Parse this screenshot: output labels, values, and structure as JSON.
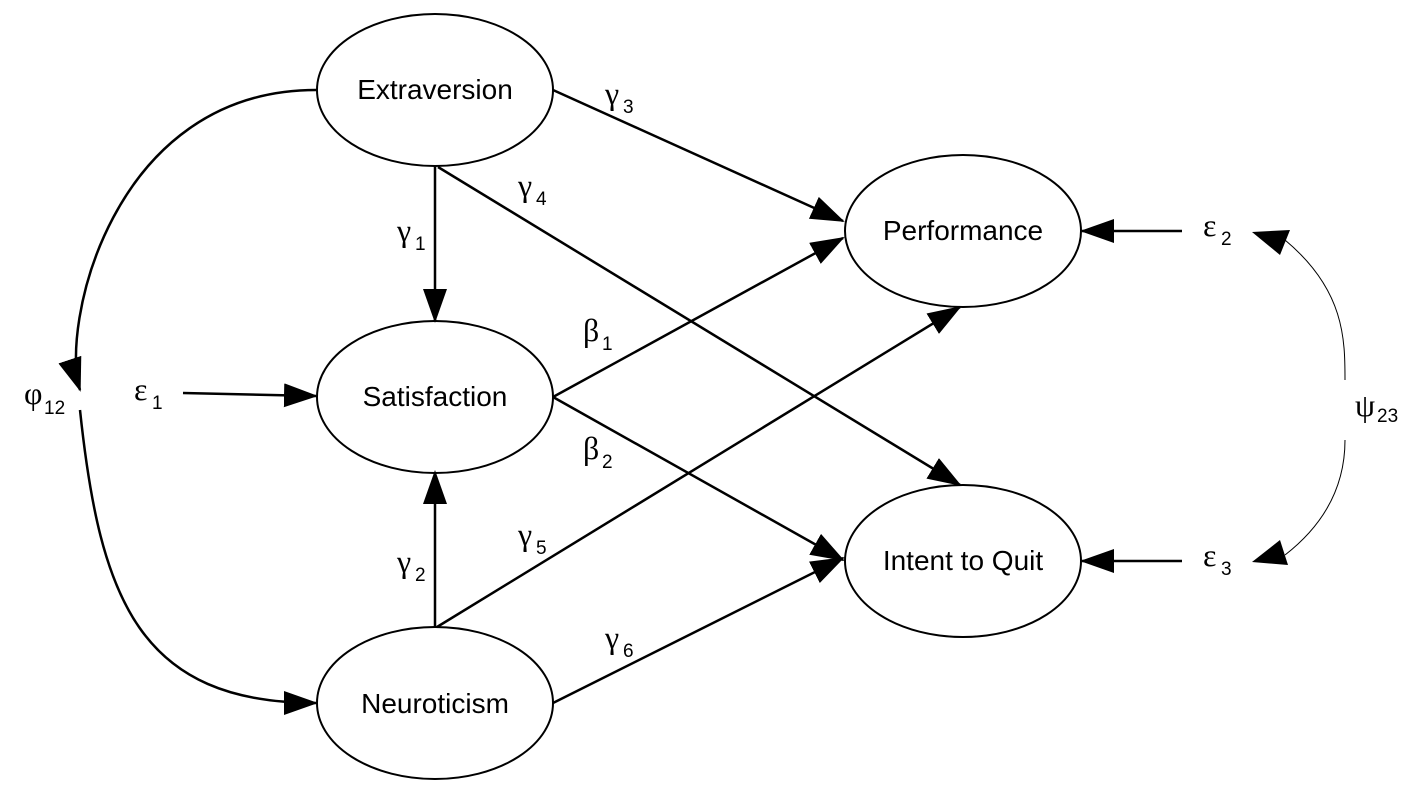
{
  "colors": {
    "stroke": "#000000",
    "fill": "#ffffff"
  },
  "nodes": {
    "extraversion": "Extraversion",
    "satisfaction": "Satisfaction",
    "neuroticism": "Neuroticism",
    "performance": "Performance",
    "intent_to_quit": "Intent to Quit"
  },
  "paths": {
    "gamma1": {
      "symbol": "γ",
      "sub": "1"
    },
    "gamma2": {
      "symbol": "γ",
      "sub": "2"
    },
    "gamma3": {
      "symbol": "γ",
      "sub": "3"
    },
    "gamma4": {
      "symbol": "γ",
      "sub": "4"
    },
    "gamma5": {
      "symbol": "γ",
      "sub": "5"
    },
    "gamma6": {
      "symbol": "γ",
      "sub": "6"
    },
    "beta1": {
      "symbol": "β",
      "sub": "1"
    },
    "beta2": {
      "symbol": "β",
      "sub": "2"
    }
  },
  "errors": {
    "eps1": {
      "symbol": "ε",
      "sub": "1"
    },
    "eps2": {
      "symbol": "ε",
      "sub": "2"
    },
    "eps3": {
      "symbol": "ε",
      "sub": "3"
    }
  },
  "covariances": {
    "phi12": {
      "symbol": "φ",
      "sub": "12"
    },
    "psi23": {
      "symbol": "ψ",
      "sub": "23"
    }
  }
}
